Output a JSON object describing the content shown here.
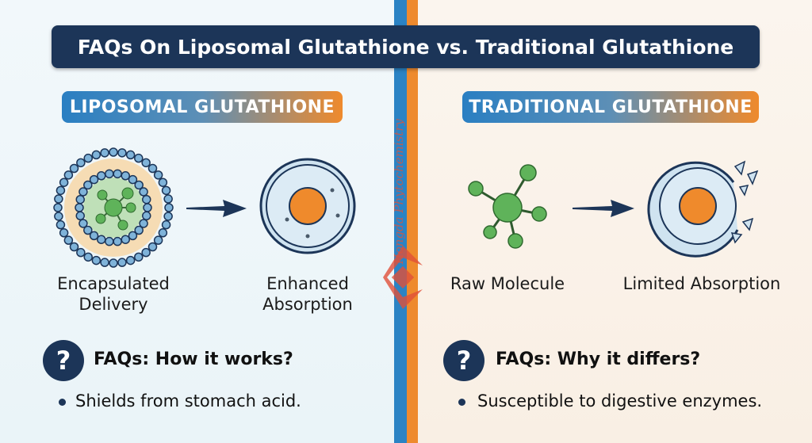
{
  "title": "FAQs On Liposomal Glutathione vs. Traditional Glutathione",
  "left": {
    "heading": "LIPOSOMAL GLUTATHIONE",
    "from_label": "Encapsulated Delivery",
    "to_label": "Enhanced Absorption",
    "faq_title": "FAQs: How it works?",
    "bullet": "Shields from stomach acid."
  },
  "right": {
    "heading": "TRADITIONAL GLUTATHIONE",
    "from_label": "Raw Molecule",
    "to_label": "Limited Absorption",
    "faq_title": "FAQs: Why it differs?",
    "bullet": "Susceptible to digestive enzymes."
  },
  "faq_icon": "?",
  "watermark": "Hongda Phytochemistry",
  "colors": {
    "navy": "#1c3558",
    "blue": "#2b83c4",
    "orange": "#ee8a2e",
    "green": "#5fb35a"
  }
}
